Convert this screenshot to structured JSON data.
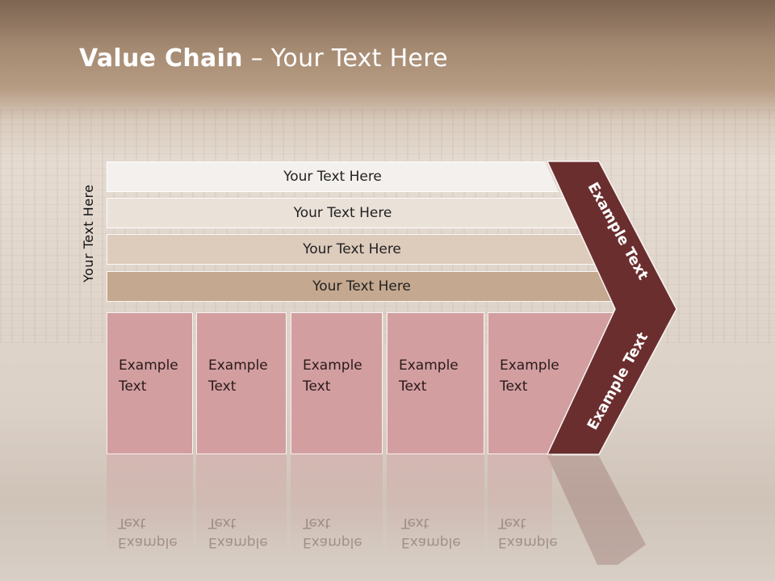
{
  "title": {
    "bold": "Value Chain",
    "rest": " – Your Text Here"
  },
  "side_label": "Your Text Here",
  "rows": [
    {
      "label": "Your Text Here",
      "color": "#f3f0ed"
    },
    {
      "label": "Your Text Here",
      "color": "#eae1d9"
    },
    {
      "label": "Your Text Here",
      "color": "#ddcbbc"
    },
    {
      "label": "Your Text Here",
      "color": "#c4a88f"
    }
  ],
  "cells": [
    {
      "line1": "Example",
      "line2": "Text"
    },
    {
      "line1": "Example",
      "line2": "Text"
    },
    {
      "line1": "Example",
      "line2": "Text"
    },
    {
      "line1": "Example",
      "line2": "Text"
    },
    {
      "line1": "Example",
      "line2": "Text"
    }
  ],
  "chevron": {
    "upper_label": "Example Text",
    "lower_label": "Example Text",
    "color": "#6b2e2e"
  },
  "cell_color": "#d29ea0"
}
